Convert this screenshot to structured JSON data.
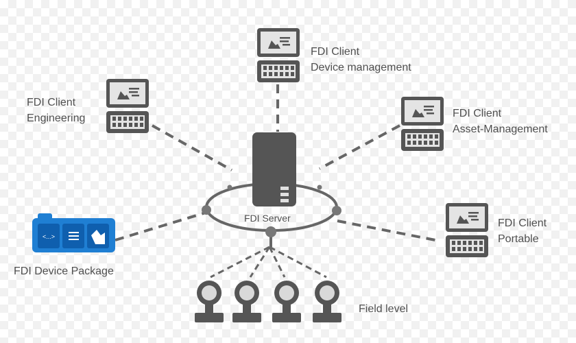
{
  "server": {
    "label": "FDI Server"
  },
  "clients": {
    "engineering": {
      "line1": "FDI Client",
      "line2": "Engineering"
    },
    "device_management": {
      "line1": "FDI Client",
      "line2": "Device management"
    },
    "asset_management": {
      "line1": "FDI Client",
      "line2": "Asset-Management"
    },
    "portable": {
      "line1": "FDI Client",
      "line2": "Portable"
    }
  },
  "device_package": {
    "label": "FDI Device Package",
    "code_glyph": "<...>"
  },
  "field": {
    "label": "Field level"
  },
  "colors": {
    "device": "#555555",
    "line": "#666666",
    "package": "#1f7fd3",
    "package_dark": "#0f5fae",
    "text": "#4f4f4f"
  },
  "icons": [
    "computer-icon",
    "server-icon",
    "package-icon",
    "field-device-icon"
  ]
}
